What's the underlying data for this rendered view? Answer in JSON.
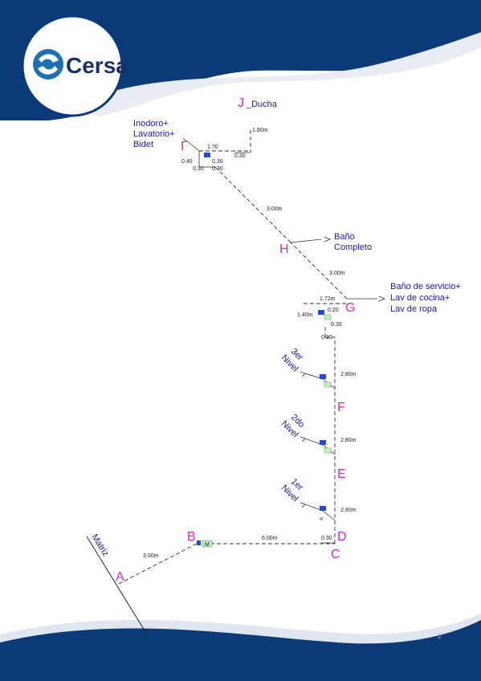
{
  "brand": {
    "name": "Cersa",
    "color": "#0b3a78",
    "accent": "#f2f2f2"
  },
  "page_number": "2",
  "nodes": {
    "A": "A",
    "B": "B",
    "C": "C",
    "D": "D",
    "E": "E",
    "F": "F",
    "G": "G",
    "H": "H",
    "I": "I",
    "J": "J"
  },
  "notes": {
    "ducha": "_Ducha",
    "inodoro_1": "Inodoro+",
    "inodoro_2": "Lavatorio+",
    "inodoro_3": "Bidet",
    "bano_1": "Baño",
    "bano_2": "Completo",
    "servicio_1": "Baño de servicio+",
    "servicio_2": "Lav de cocina+",
    "servicio_3": "Lav de ropa",
    "matriz": "Matriz",
    "nivel3_1": "3er",
    "nivel3_2": "Nivel",
    "nivel2_1": "2do",
    "nivel2_2": "Nivel",
    "nivel1_1": "1er",
    "nivel1_2": "Nivel"
  },
  "dimensions": {
    "ab": "3.00m",
    "bc": "6.00m",
    "cd": "0.30",
    "de": "2.80m",
    "ef": "2.80m",
    "fg": "2.80m",
    "g_bottom": "0.30",
    "g_left": "1.72m",
    "g_drop": "1.40m",
    "g_a": "0.20",
    "g_b": "0.30",
    "gh": "3.00m",
    "hi": "3.00m",
    "j_drop": "1.80m",
    "j_run": "0.30",
    "i_run": "1.70",
    "i_a": "0.40",
    "i_b": "0.30",
    "i_c": "0.30",
    "i_d": "0.30",
    "meter": "M",
    "d_label": "D",
    "d_label2": "M",
    "e_label": "E",
    "f_label": "F"
  }
}
